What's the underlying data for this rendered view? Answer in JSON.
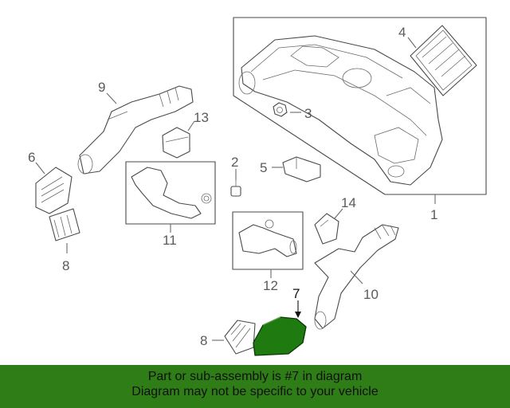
{
  "diagram": {
    "callouts": [
      "1",
      "2",
      "3",
      "4",
      "5",
      "6",
      "7",
      "8",
      "8",
      "9",
      "10",
      "11",
      "12",
      "13",
      "14"
    ],
    "highlighted_part": "7",
    "highlight_color": "#1f7a0f"
  },
  "banner": {
    "line1": "Part or sub-assembly is #7 in diagram",
    "line2": "Diagram may not be specific to your vehicle",
    "background": "#2e7d17"
  }
}
